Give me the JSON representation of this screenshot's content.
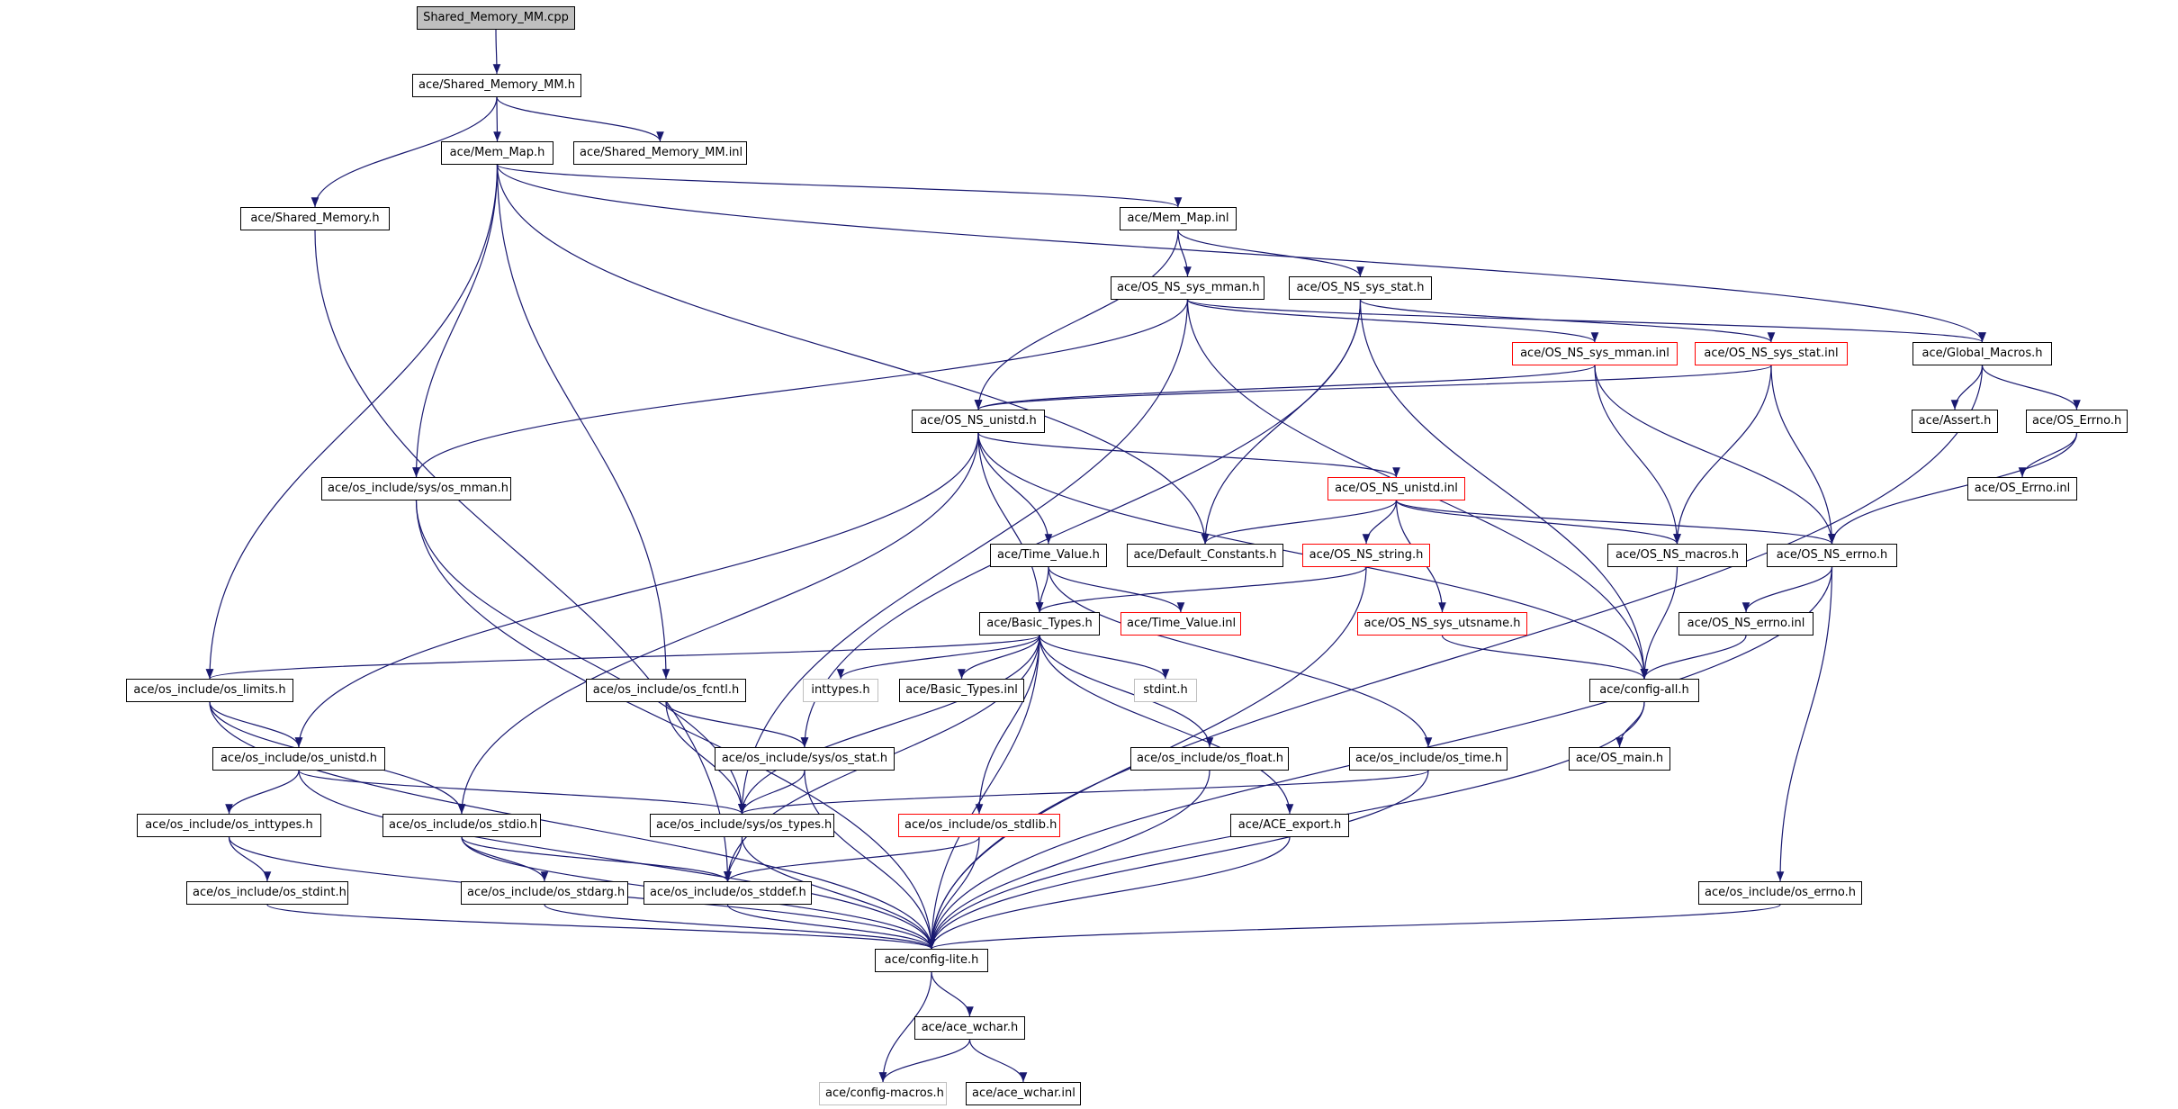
{
  "colors": {
    "edge": "#191970",
    "box": "#000000",
    "red": "#ff0000",
    "gray": "#bfbfbf",
    "root_fill": "#bfbfbf"
  },
  "nodes": {
    "shared_memory_mm_cpp": "Shared_Memory_MM.cpp",
    "shared_memory_mm_h": "ace/Shared_Memory_MM.h",
    "mem_map_h": "ace/Mem_Map.h",
    "shared_memory_mm_inl": "ace/Shared_Memory_MM.inl",
    "shared_memory_h": "ace/Shared_Memory.h",
    "mem_map_inl": "ace/Mem_Map.inl",
    "os_ns_sys_mman_h": "ace/OS_NS_sys_mman.h",
    "os_ns_sys_stat_h": "ace/OS_NS_sys_stat.h",
    "os_ns_sys_mman_inl": "ace/OS_NS_sys_mman.inl",
    "os_ns_sys_stat_inl": "ace/OS_NS_sys_stat.inl",
    "global_macros_h": "ace/Global_Macros.h",
    "os_ns_unistd_h": "ace/OS_NS_unistd.h",
    "assert_h": "ace/Assert.h",
    "os_errno_h": "ace/OS_Errno.h",
    "os_include_sys_os_mman_h": "ace/os_include/sys/os_mman.h",
    "os_ns_unistd_inl": "ace/OS_NS_unistd.inl",
    "os_errno_inl": "ace/OS_Errno.inl",
    "time_value_h": "ace/Time_Value.h",
    "default_constants_h": "ace/Default_Constants.h",
    "os_ns_string_h": "ace/OS_NS_string.h",
    "os_ns_macros_h": "ace/OS_NS_macros.h",
    "os_ns_errno_h": "ace/OS_NS_errno.h",
    "basic_types_h": "ace/Basic_Types.h",
    "time_value_inl": "ace/Time_Value.inl",
    "os_ns_sys_utsname_h": "ace/OS_NS_sys_utsname.h",
    "os_ns_errno_inl": "ace/OS_NS_errno.inl",
    "os_include_os_limits_h": "ace/os_include/os_limits.h",
    "os_include_os_fcntl_h": "ace/os_include/os_fcntl.h",
    "inttypes_h": "inttypes.h",
    "basic_types_inl": "ace/Basic_Types.inl",
    "stdint_h": "stdint.h",
    "config_all_h": "ace/config-all.h",
    "os_include_os_unistd_h": "ace/os_include/os_unistd.h",
    "os_include_sys_os_stat_h": "ace/os_include/sys/os_stat.h",
    "os_include_os_float_h": "ace/os_include/os_float.h",
    "os_include_os_time_h": "ace/os_include/os_time.h",
    "os_main_h": "ace/OS_main.h",
    "os_include_os_inttypes_h": "ace/os_include/os_inttypes.h",
    "os_include_os_stdio_h": "ace/os_include/os_stdio.h",
    "os_include_sys_os_types_h": "ace/os_include/sys/os_types.h",
    "os_include_os_stdlib_h": "ace/os_include/os_stdlib.h",
    "ace_export_h": "ace/ACE_export.h",
    "os_include_os_stdint_h": "ace/os_include/os_stdint.h",
    "os_include_os_stdarg_h": "ace/os_include/os_stdarg.h",
    "os_include_os_stddef_h": "ace/os_include/os_stddef.h",
    "os_include_os_errno_h": "ace/os_include/os_errno.h",
    "config_lite_h": "ace/config-lite.h",
    "ace_wchar_h": "ace/ace_wchar.h",
    "config_macros_h": "ace/config-macros.h",
    "ace_wchar_inl": "ace/ace_wchar.inl"
  }
}
